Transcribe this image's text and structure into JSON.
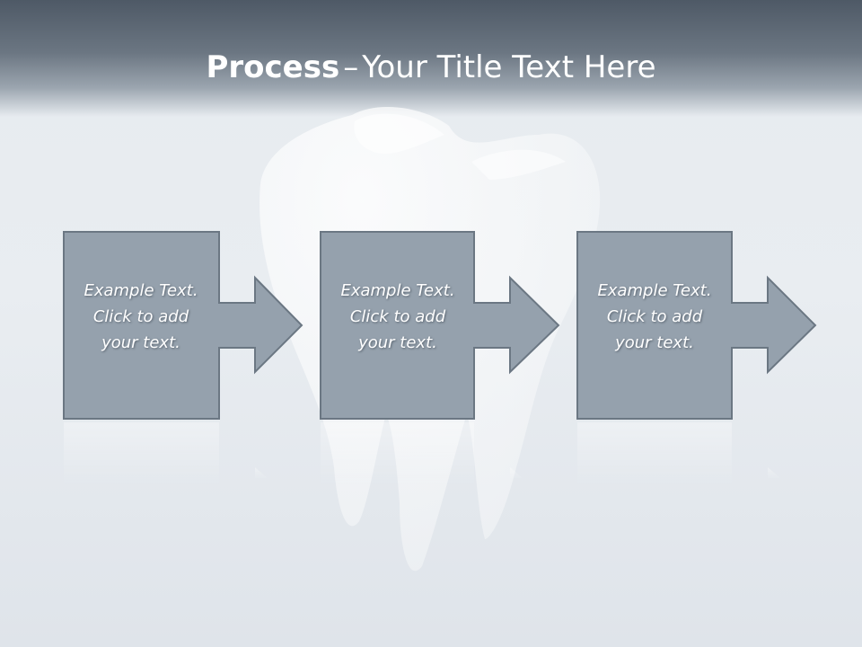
{
  "slide": {
    "title_bold": "Process",
    "title_separator": "–",
    "title_rest": "Your Title Text Here"
  },
  "steps": [
    {
      "line1": "Example Text.",
      "line2": "Click  to add",
      "line3": "your text."
    },
    {
      "line1": "Example Text.",
      "line2": "Click  to add",
      "line3": "your text."
    },
    {
      "line1": "Example Text.",
      "line2": "Click  to add",
      "line3": "your text."
    }
  ],
  "colors": {
    "shape_fill": "#95a1ad",
    "shape_border": "#6b7783",
    "title_band": "#55606c",
    "text": "#ffffff"
  },
  "icons": {
    "background_image": "tooth-illustration",
    "step_arrow": "right-arrow-shape"
  }
}
